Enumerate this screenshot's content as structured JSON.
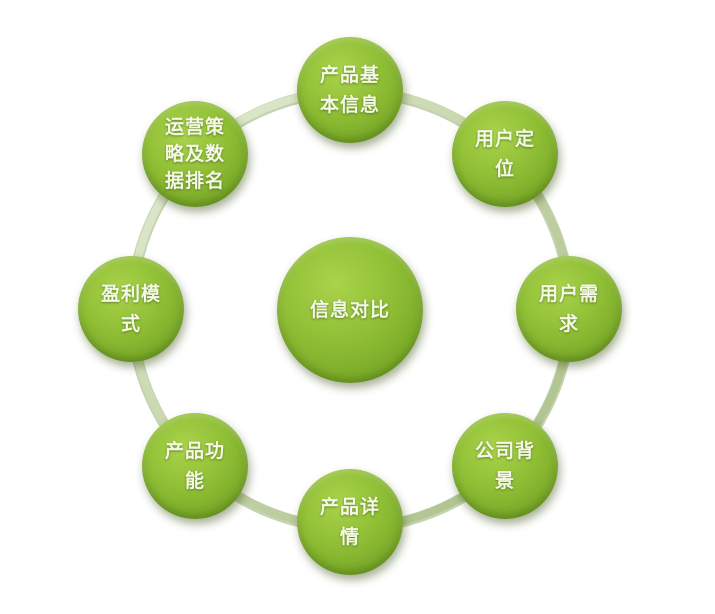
{
  "diagram": {
    "type": "hub-and-ring",
    "center": {
      "label": "信息对比"
    },
    "nodes": [
      {
        "label": "产品基本信息"
      },
      {
        "label": "用户定位"
      },
      {
        "label": "用户需求"
      },
      {
        "label": "公司背景"
      },
      {
        "label": "产品详情"
      },
      {
        "label": "产品功能"
      },
      {
        "label": "盈利模式"
      },
      {
        "label": "运营策略及数据排名"
      }
    ],
    "colors": {
      "node_fill": "#8fbe35",
      "node_dark": "#5f8a1b",
      "ring": "#c9d9b0",
      "text": "#f4f8e6",
      "background": "#ffffff"
    }
  }
}
